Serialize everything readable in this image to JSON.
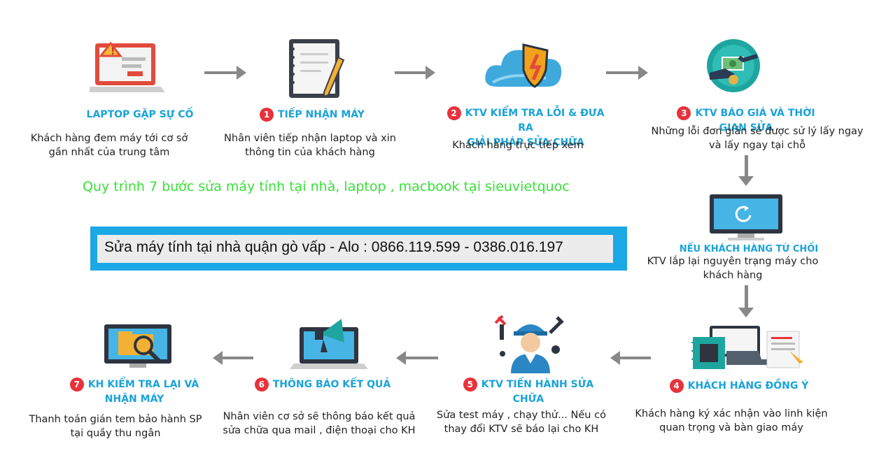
{
  "headline": "Quy trình 7 bước sửa máy tính tại nhà, laptop , macbook  tại sieuvietquoc",
  "banner": "Sửa máy tính tại nhà quận gò vấp - Alo : 0866.119.599 - 0386.016.197",
  "steps": {
    "s0": {
      "title": "LAPTOP GẶP SỰ CỐ",
      "desc1": "Khách hàng đem máy tới cơ sở",
      "desc2": "gần nhất của trung tâm",
      "icon": "broken-laptop-icon"
    },
    "s1": {
      "num": "1",
      "title": "TIẾP NHẬN MÁY",
      "desc1": "Nhân viên tiếp nhận laptop và xin",
      "desc2": "thông tin của khách hàng",
      "icon": "notebook-icon"
    },
    "s2": {
      "num": "2",
      "title1": "KTV KIỂM TRA LỖI & ĐƯA RA",
      "title2": "GIẢI PHÁP SỬA CHỮA",
      "desc1": "Khách hàng trực tiếp xem",
      "icon": "cloud-shield-icon"
    },
    "s3": {
      "num": "3",
      "title": "KTV BÁO GIÁ VÀ THỜI GIAN SỬA",
      "desc1": "Những lỗi đơn giản sẽ được sử lý  lấy ngay",
      "desc2": "và lấy ngay tại chỗ",
      "icon": "money-handshake-icon"
    },
    "s3b": {
      "title": "NẾU KHÁCH HÀNG TỪ CHỐI",
      "desc1": "KTV lắp lại nguyên trạng máy cho",
      "desc2": "khách hàng",
      "icon": "monitor-refresh-icon"
    },
    "s4": {
      "num": "4",
      "title": "KHÁCH HÀNG ĐỒNG Ý",
      "desc1": "Khách hàng ký xác nhận vào linh kiện",
      "desc2": "quan trọng và bàn giao máy",
      "icon": "chip-document-icon"
    },
    "s5": {
      "num": "5",
      "title": "KTV TIẾN HÀNH SỬA CHỮA",
      "desc1": "Sửa test máy , chạy thử... Nếu có",
      "desc2": "thay đổi KTV sẽ báo lại cho KH",
      "icon": "technician-icon"
    },
    "s6": {
      "num": "6",
      "title": "THÔNG BÁO KẾT QUẢ",
      "desc1": "Nhân viên cơ sở sẽ thông báo kết quả",
      "desc2": "sửa chữa qua mail , điện thoại cho KH",
      "icon": "laptop-megaphone-icon"
    },
    "s7": {
      "num": "7",
      "title1": "KH KIỂM TRA LẠI VÀ",
      "title2": "NHẬN MÁY",
      "desc1": "Thanh toán gián tem bảo hành SP",
      "desc2": "tại quầy thu ngân",
      "icon": "monitor-search-icon"
    }
  },
  "colors": {
    "title_blue": "#1aa3d9",
    "number_red": "#e8323c",
    "headline_green": "#38e038",
    "banner_blue": "#1ba8e4",
    "arrow_gray": "#888888"
  }
}
